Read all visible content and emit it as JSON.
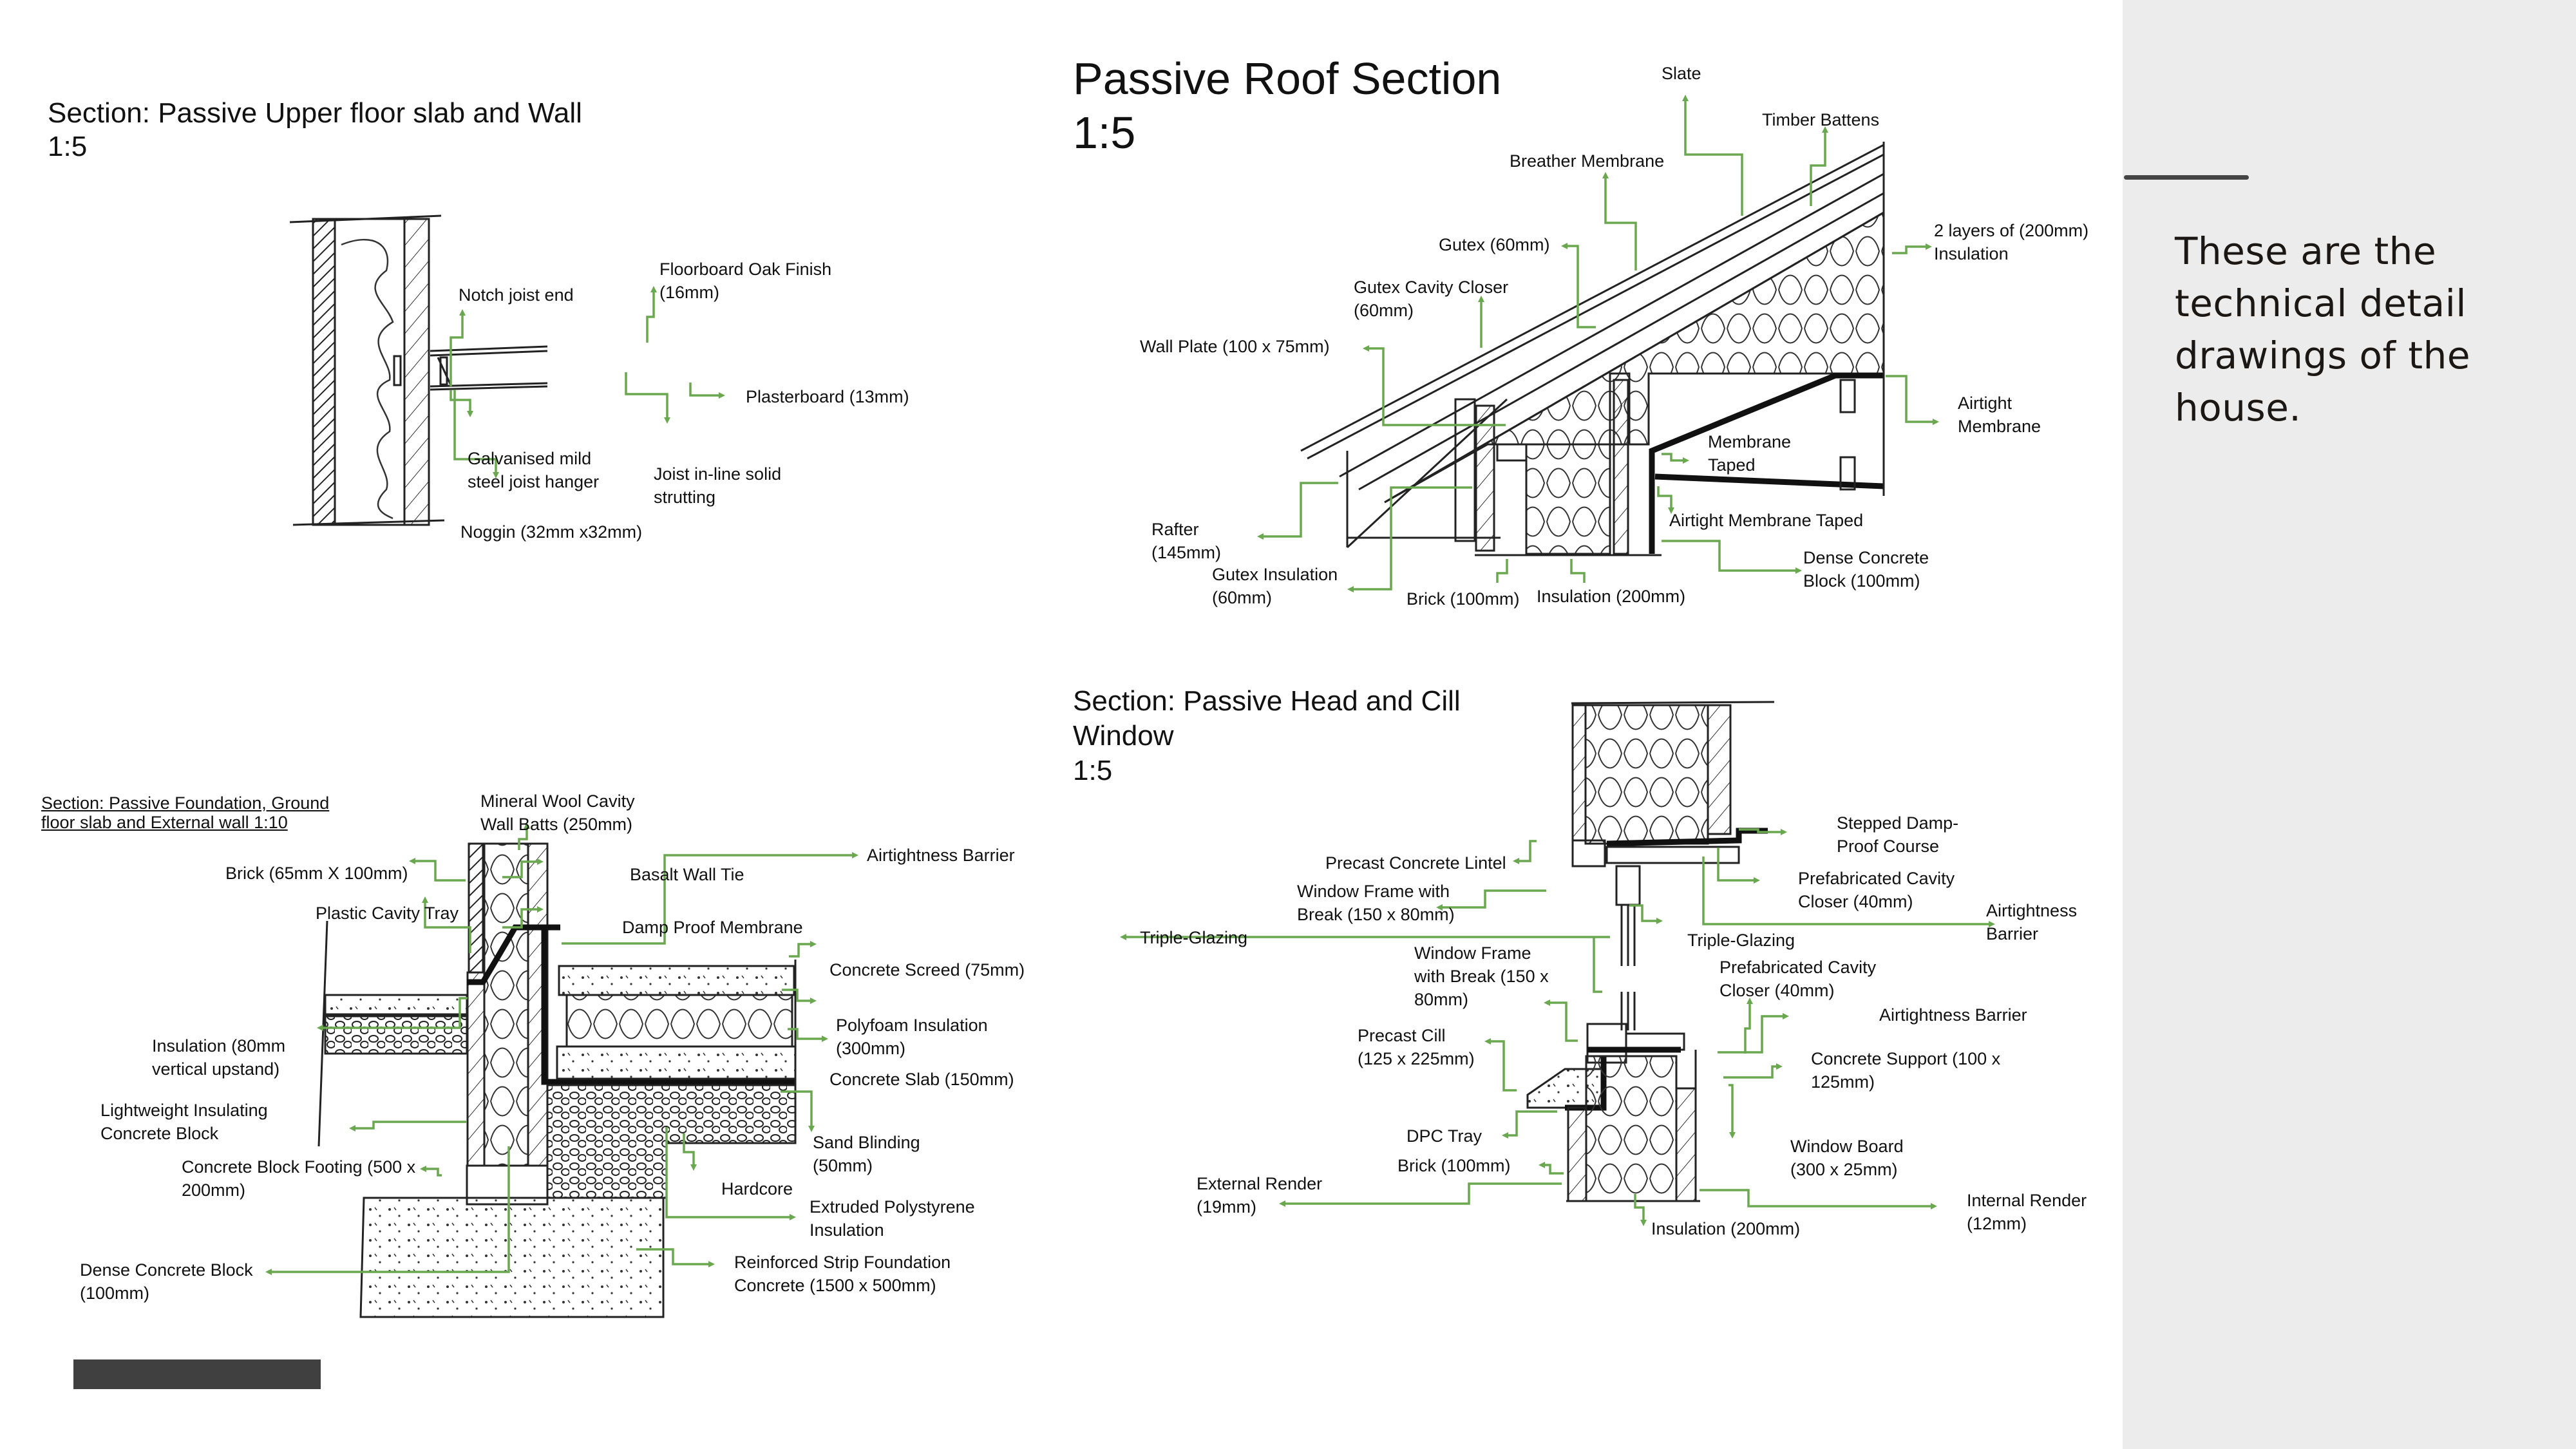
{
  "slide": {
    "sidebar_text": "These are the technical detail drawings of the house."
  },
  "colors": {
    "annotation": "#6aa84f",
    "sidebar_bg": "#ececec",
    "accent": "#444444",
    "footer_bar": "#404040"
  },
  "upper_floor": {
    "title": "Section: Passive Upper floor slab and Wall\n1:5",
    "labels": [
      "Notch joist end",
      "Floorboard Oak Finish\n(16mm)",
      "Plasterboard (13mm)",
      "Galvanised mild\nsteel joist hanger",
      "Joist in-line solid\nstrutting",
      "Noggin (32mm x32mm)"
    ]
  },
  "roof": {
    "title": "Passive Roof Section\n1:5",
    "labels": [
      "Slate",
      "Timber Battens",
      "Breather Membrane",
      "2 layers of (200mm)\nInsulation",
      "Gutex (60mm)",
      "Gutex Cavity Closer\n(60mm)",
      "Wall Plate (100 x 75mm)",
      "Airtight\nMembrane",
      "Membrane\nTaped",
      "Airtight Membrane  Taped",
      "Rafter\n(145mm)",
      "Dense Concrete\nBlock (100mm)",
      "Gutex Insulation\n(60mm)",
      "Brick (100mm)",
      "Insulation (200mm)"
    ]
  },
  "foundation": {
    "title": "Section: Passive Foundation, Ground\nfloor slab and External wall 1:10",
    "labels": [
      "Mineral Wool Cavity\nWall Batts (250mm)",
      "Airtightness Barrier",
      "Brick (65mm X 100mm)",
      "Basalt Wall Tie",
      "Plastic Cavity Tray",
      "Damp Proof Membrane",
      "Concrete Screed (75mm)",
      "Polyfoam Insulation\n(300mm)",
      "Insulation (80mm\nvertical upstand)",
      "Concrete Slab (150mm)",
      "Lightweight Insulating\nConcrete Block",
      "Sand Blinding\n(50mm)",
      "Concrete Block Footing  (500 x\n200mm)",
      "Hardcore",
      "Extruded Polystyrene\nInsulation",
      "Reinforced Strip Foundation\nConcrete  (1500 x 500mm)",
      "Dense Concrete Block\n(100mm)"
    ]
  },
  "window": {
    "title": "Section: Passive Head and Cill\nWindow\n1:5",
    "labels": [
      "Stepped Damp-\nProof Course",
      "Precast Concrete Lintel",
      "Prefabricated Cavity\nCloser (40mm)",
      "Window Frame with\nBreak (150 x 80mm)",
      "Airtightness\nBarrier",
      "Triple-Glazing",
      "Triple-Glazing",
      "Window Frame\nwith Break (150 x\n80mm)",
      "Prefabricated Cavity\nCloser (40mm)",
      "Airtightness Barrier",
      "Precast Cill\n(125 x 225mm)",
      "Concrete Support (100 x\n125mm)",
      "DPC Tray",
      "Window Board\n(300 x 25mm)",
      "Brick (100mm)",
      "External Render\n(19mm)",
      "Internal Render\n(12mm)",
      "Insulation (200mm)"
    ]
  }
}
